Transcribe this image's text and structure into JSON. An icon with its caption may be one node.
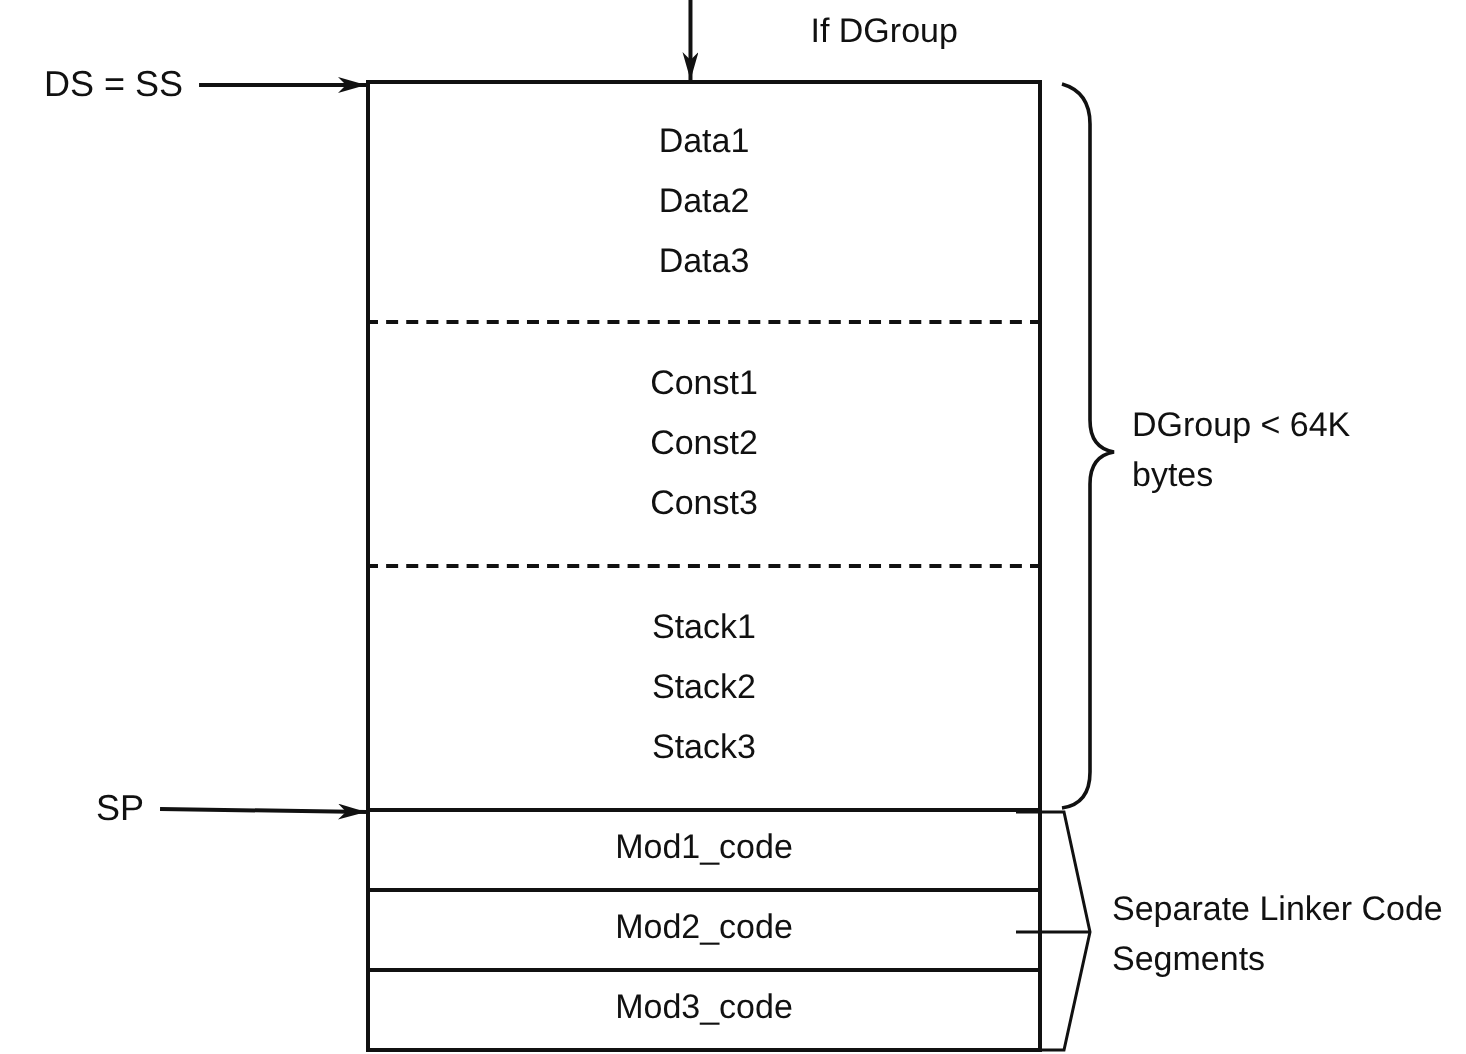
{
  "diagram": {
    "nodes": [
      {
        "text": [
          "DS = SS"
        ]
      },
      {
        "text": [
          "Data1",
          "Data2",
          "Data3"
        ]
      },
      {
        "text": [
          "Const1",
          "Const2",
          "Const3"
        ]
      },
      {
        "text": [
          "Stack1",
          "Stack2",
          "Stack3"
        ]
      },
      {
        "text": [
          "SP"
        ]
      },
      {
        "text": [
          "Mod1_code"
        ]
      },
      {
        "text": [
          "Mod2_code"
        ]
      },
      {
        "text": [
          "Mod3_code"
        ]
      }
    ],
    "edges": [
      {
        "from": 0,
        "to": 1,
        "arrow": "to"
      },
      {
        "from": null,
        "to": 1,
        "arrow": "to",
        "label": "If DGroup"
      },
      {
        "from": 4,
        "to": 5,
        "arrow": "to"
      }
    ],
    "labels": [
      "DGroup < 64K bytes",
      "Separate Linker Code Segments"
    ]
  }
}
